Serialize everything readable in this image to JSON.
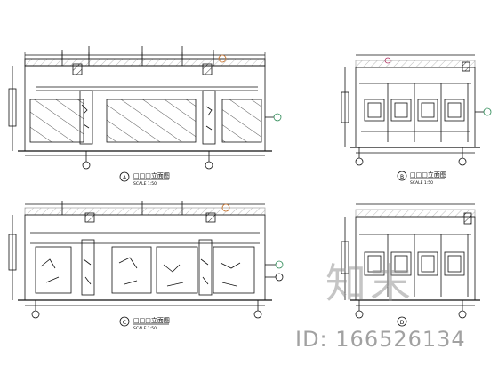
{
  "drawings": [
    {
      "title": "□□□立面图",
      "scale": "SCALE 1:50",
      "marker": "A"
    },
    {
      "title": "□□□立面图",
      "scale": "SCALE 1:50",
      "marker": "B"
    },
    {
      "title": "□□□立面图",
      "scale": "SCALE 1:50",
      "marker": "C"
    },
    {
      "title": "",
      "scale": "",
      "marker": "D"
    }
  ],
  "watermark": {
    "brand": "知末",
    "id_text": "ID: 166526134"
  },
  "colors": {
    "line": "#111111",
    "accent_magenta": "#b03060",
    "accent_green": "#2e8b57",
    "accent_orange": "#c87028"
  }
}
